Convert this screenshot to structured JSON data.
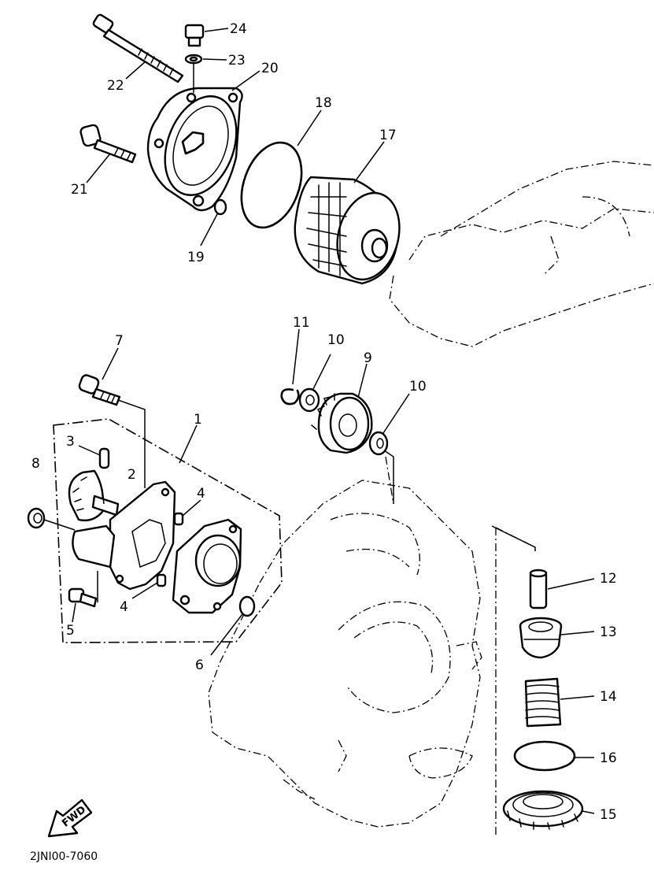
{
  "callouts": {
    "p1": "1",
    "p2": "2",
    "p3": "3",
    "p4a": "4",
    "p4b": "4",
    "p5": "5",
    "p6": "6",
    "p7": "7",
    "p8": "8",
    "p9": "9",
    "p10a": "10",
    "p10b": "10",
    "p11": "11",
    "p12": "12",
    "p13": "13",
    "p14": "14",
    "p15": "15",
    "p16": "16",
    "p17": "17",
    "p18": "18",
    "p19": "19",
    "p20": "20",
    "p21": "21",
    "p22": "22",
    "p23": "23",
    "p24": "24"
  },
  "fwd_label": "FWD",
  "drawing_code": "2JNI00-7060"
}
